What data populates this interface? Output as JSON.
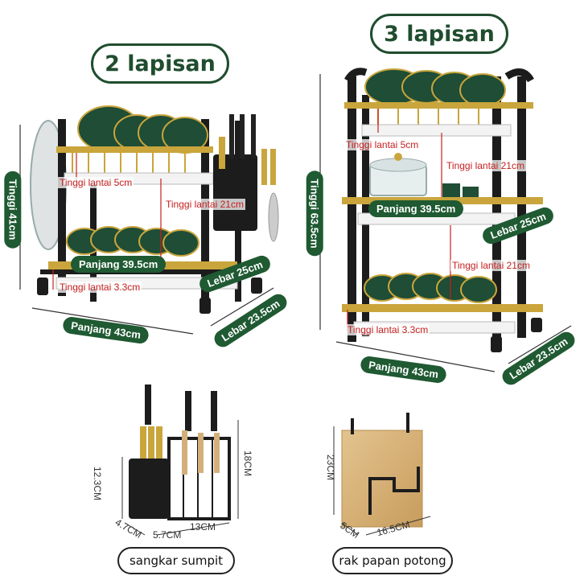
{
  "titles": {
    "two_tier": "2 lapisan",
    "three_tier": "3 lapisan"
  },
  "two_tier": {
    "height": "Tinggi 41cm",
    "upper_gap": "Tinggi lantai 5cm",
    "middle_gap": "Tinggi lantai 21cm",
    "bottom_gap": "Tinggi lantai 3.3cm",
    "tray_length": "Panjang 39.5cm",
    "tray_width": "Lebar 25cm",
    "length": "Panjang 43cm",
    "width": "Lebar 23.5cm"
  },
  "three_tier": {
    "height": "Tinggi 63.5cm",
    "upper_gap": "Tinggi lantai 5cm",
    "middle_gap_top": "Tinggi lantai 21cm",
    "middle_gap_bottom": "Tinggi lantai 21cm",
    "bottom_gap": "Tinggi lantai 3.3cm",
    "tray_length": "Panjang 39.5cm",
    "tray_width": "Lebar 25cm",
    "length": "Panjang 43cm",
    "width": "Lebar 23.5cm"
  },
  "chopstick_cage": {
    "label": "sangkar sumpit",
    "dim_cup_height": "12.3CM",
    "dim_total_height": "18CM",
    "dim_depth": "4.7CM",
    "dim_cup_width": "5.7CM",
    "dim_width": "13CM"
  },
  "board_rack": {
    "label": "rak papan potong",
    "dim_height": "23CM",
    "dim_depth": "5CM",
    "dim_width": "16.5CM"
  },
  "colors": {
    "accent": "#1f5a32",
    "frame": "#1c1c1c",
    "gold": "#c9a53c",
    "dish": "#1f4d35",
    "measure": "#c62020"
  }
}
